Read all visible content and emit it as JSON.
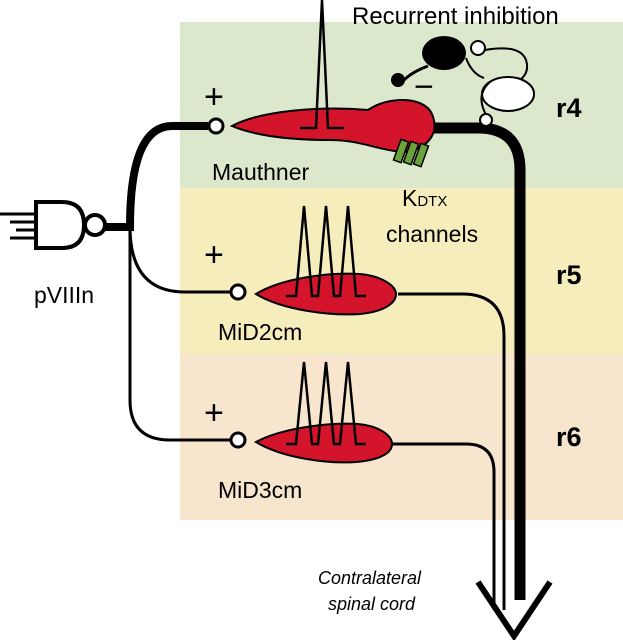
{
  "diagram": {
    "title": "Recurrent inhibition",
    "input_label": "pVIIIn",
    "output_label_line1": "Contralateral",
    "output_label_line2": "spinal cord",
    "channel_label_main": "K",
    "channel_label_sub": "DTX",
    "channel_label_line2": "channels",
    "inhibition_sign": "−",
    "regions": [
      {
        "label": "r4",
        "color": "#dbe8cc"
      },
      {
        "label": "r5",
        "color": "#f5edbc"
      },
      {
        "label": "r6",
        "color": "#f7e5cd"
      }
    ],
    "cells": [
      {
        "name": "Mauthner",
        "sign": "+",
        "spikes": 1,
        "color": "#d3142a"
      },
      {
        "name": "MiD2cm",
        "sign": "+",
        "spikes": 3,
        "color": "#d3142a"
      },
      {
        "name": "MiD3cm",
        "sign": "+",
        "spikes": 3,
        "color": "#d3142a"
      }
    ],
    "channel_color": "#6aa33a"
  }
}
